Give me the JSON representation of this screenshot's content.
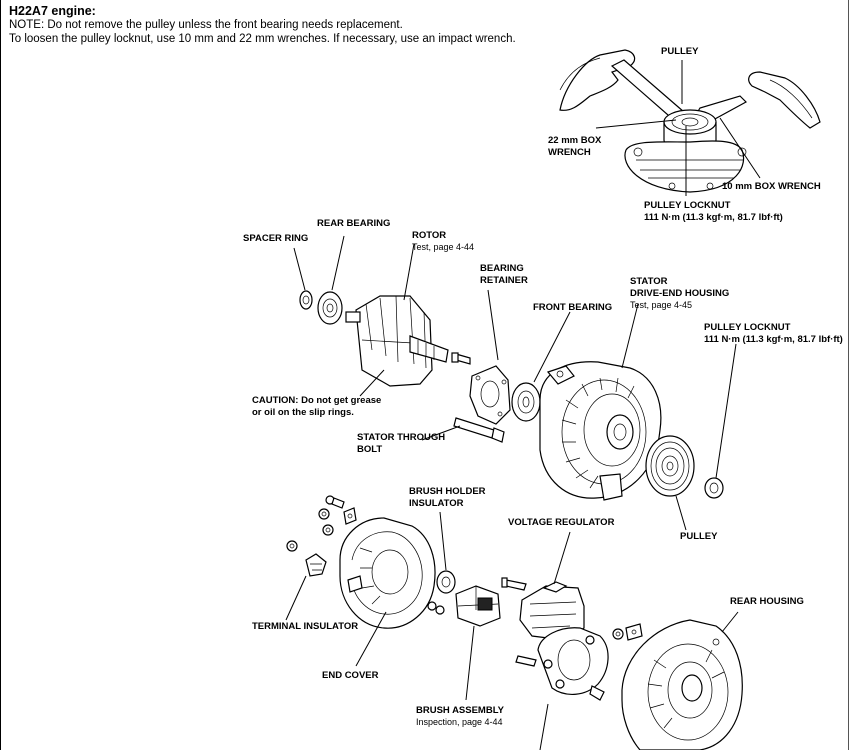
{
  "header": {
    "title": "H22A7 engine:",
    "note": "NOTE: Do not remove the pulley unless the front bearing needs replacement.",
    "loosen": "To loosen the pulley locknut, use 10 mm and 22 mm wrenches. If necessary, use an impact wrench."
  },
  "labels": {
    "pulley_top": "PULLEY",
    "wrench_22_l1": "22 mm BOX",
    "wrench_22_l2": "WRENCH",
    "wrench_10": "10 mm BOX WRENCH",
    "locknut_top": "PULLEY LOCKNUT",
    "locknut_top_torque": "111 N·m (11.3 kgf·m, 81.7 lbf·ft)",
    "spacer_ring": "SPACER RING",
    "rear_bearing": "REAR BEARING",
    "rotor": "ROTOR",
    "rotor_test": "Test, page 4-44",
    "bearing_retainer_l1": "BEARING",
    "bearing_retainer_l2": "RETAINER",
    "front_bearing": "FRONT BEARING",
    "stator_l1": "STATOR",
    "stator_l2": "DRIVE-END HOUSING",
    "stator_test": "Test, page 4-45",
    "locknut_right": "PULLEY LOCKNUT",
    "locknut_right_torque": "111 N·m (11.3 kgf·m, 81.7 lbf·ft)",
    "caution_l1": "CAUTION:  Do not get grease",
    "caution_l2": "or oil on the slip rings.",
    "stator_bolt_l1": "STATOR THROUGH",
    "stator_bolt_l2": "BOLT",
    "pulley_right": "PULLEY",
    "brush_holder_l1": "BRUSH HOLDER",
    "brush_holder_l2": "INSULATOR",
    "voltage_regulator": "VOLTAGE REGULATOR",
    "rear_housing": "REAR HOUSING",
    "terminal_insulator": "TERMINAL INSULATOR",
    "end_cover": "END COVER",
    "brush_assembly": "BRUSH ASSEMBLY",
    "brush_inspection": "Inspection, page 4-44"
  }
}
